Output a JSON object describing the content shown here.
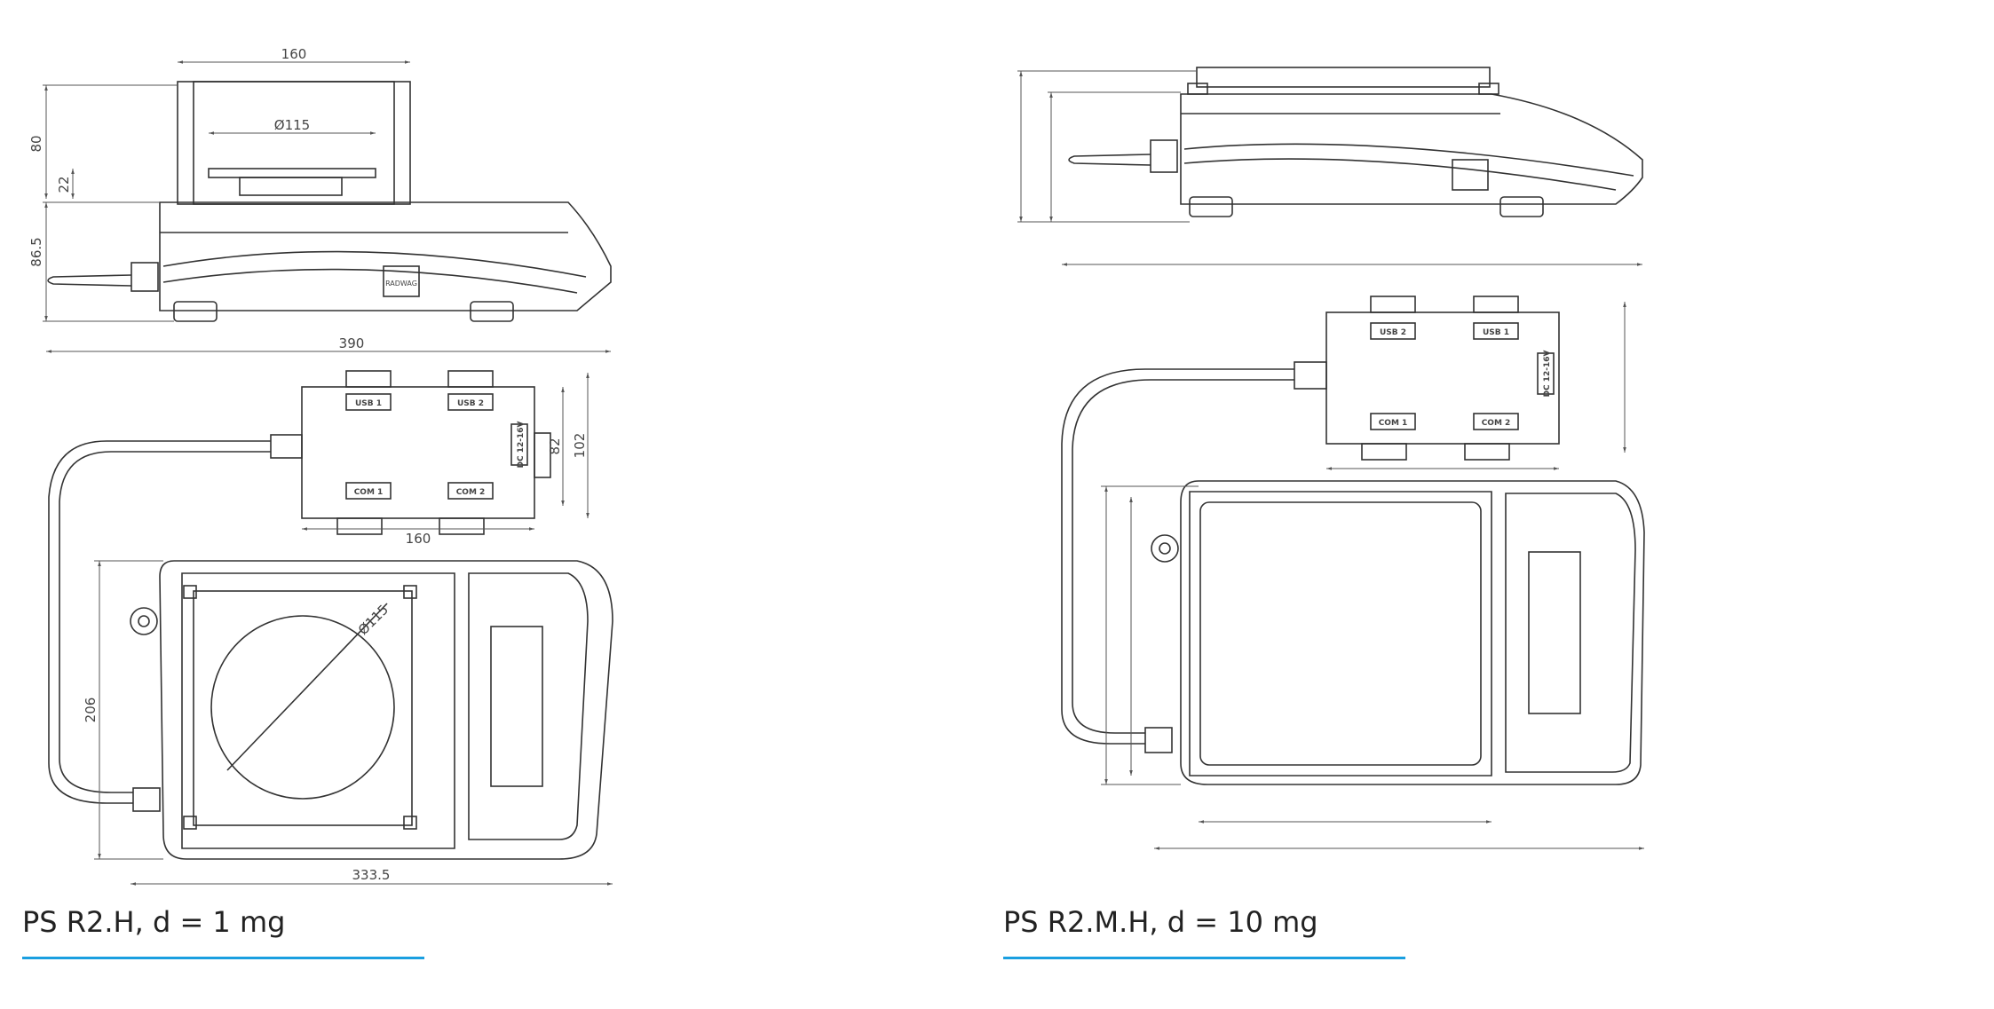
{
  "left": {
    "caption": "PS R2.H, d = 1 mg",
    "dims": {
      "top_width": "160",
      "pan_diameter": "Ø115",
      "h_80": "80",
      "h_22": "22",
      "h_86_5": "86.5",
      "depth_390": "390",
      "box_height_102": "102",
      "box_inner_82": "82",
      "box_width_160": "160",
      "plan_206": "206",
      "plan_diameter": "Ø115",
      "plan_width": "333.5"
    },
    "ports": {
      "usb1": "USB 1",
      "usb2": "USB 2",
      "com1": "COM 1",
      "com2": "COM 2",
      "dc": "DC 12-16V"
    }
  },
  "right": {
    "caption": "PS R2.M.H, d = 10 mg",
    "ports": {
      "usb1": "USB 1",
      "usb2": "USB 2",
      "com1": "COM 1",
      "com2": "COM 2",
      "dc": "DC 12-16V"
    }
  },
  "colors": {
    "accent": "#1a9fe0",
    "line": "#333333",
    "dim": "#555555"
  }
}
